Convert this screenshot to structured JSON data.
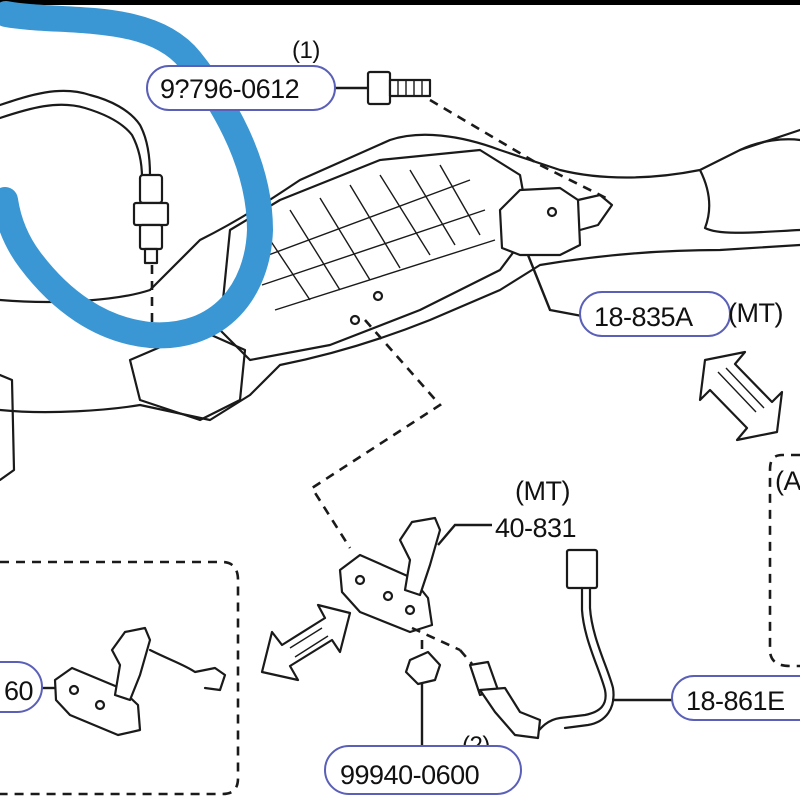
{
  "parts": {
    "bolt": {
      "number": "9?796-0612",
      "ref": "(1)"
    },
    "bracket_exhaust": {
      "number": "18-835A",
      "note": "(MT)"
    },
    "bracket_sensor": {
      "number": "40-831",
      "note": "(MT)"
    },
    "oxygen_sensor": {
      "number": "18-861E"
    },
    "nut": {
      "number": "99940-0600",
      "ref": "(2)"
    },
    "left_cut_label": {
      "number": "60"
    },
    "right_cut_label": {
      "number": "(A"
    }
  },
  "colors": {
    "highlight_stroke": "#3a97d4",
    "callout_border": "#5a5fb8",
    "line": "#1a1a1a"
  }
}
